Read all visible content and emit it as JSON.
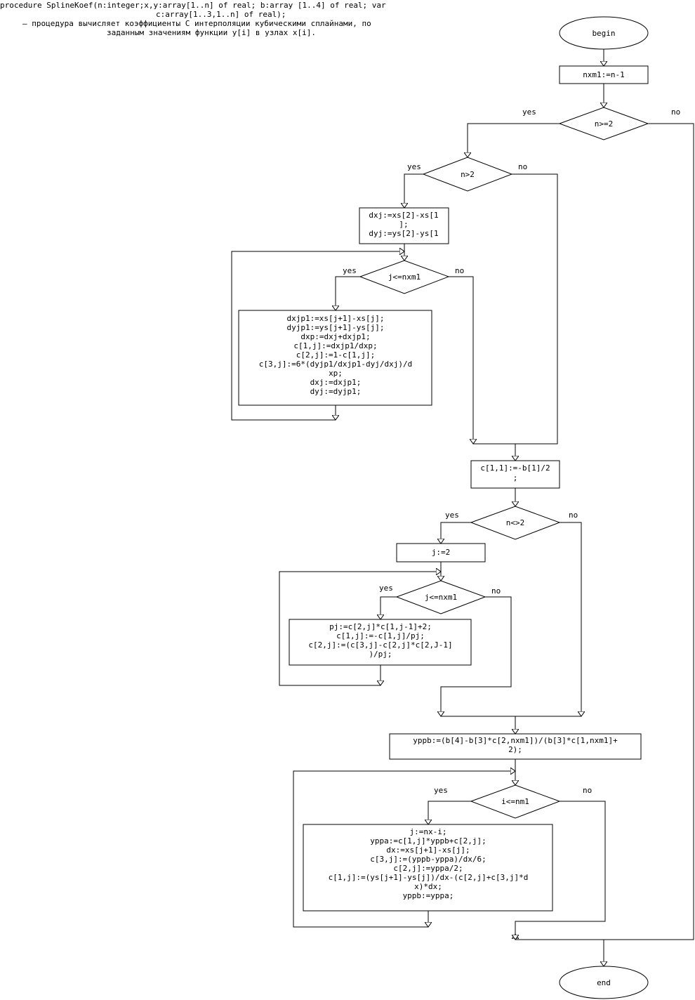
{
  "header": {
    "line1": "procedure SplineKoef(n:integer;x,y:array[1..n] of real; b:array [1..4] of real; var",
    "line2": "c:array[1..3,1..n] of real);",
    "line3": "– процедура вычисляет коэффициенты С интерполяции кубическими сплайнами, по",
    "line4": "заданным значениям функции y[i] в узлах x[i]."
  },
  "flow": {
    "begin": "begin",
    "end": "end",
    "yes": "yes",
    "no": "no",
    "init": "nxm1:=n-1",
    "cond_n_ge_2": "n>=2",
    "cond_n_gt_2": "n>2",
    "block_dxj": [
      "dxj:=xs[2]-xs[1",
      "];",
      "dyj:=ys[2]-ys[1"
    ],
    "loop1_cond": "j<=nxm1",
    "loop1_body": [
      "dxjp1:=xs[j+1]-xs[j];",
      "dyjp1:=ys[j+1]-ys[j];",
      "dxp:=dxj+dxjp1;",
      "c[1,j]:=dxjp1/dxp;",
      "c[2,j]:=1-c[1,j];",
      "c[3,j]:=6*(dyjp1/dxjp1-dyj/dxj)/d",
      "xp;",
      "dxj:=dxjp1;",
      "dyj:=dyjp1;"
    ],
    "block_c11": [
      "c[1,1]:=-b[1]/2",
      ";"
    ],
    "cond_n_ne_2": "n<>2",
    "block_j2": "j:=2",
    "loop2_cond": "j<=nxm1",
    "loop2_body": [
      "pj:=c[2,j]*c[1,j-1]+2;",
      "c[1,j]:=-c[1,j]/pj;",
      "c[2,j]:=(c[3,j]-c[2,j]*c[2,J-1]",
      ")/pj;"
    ],
    "block_yppb": [
      "yppb:=(b[4]-b[3]*c[2,nxm1])/(b[3]*c[1,nxm1]+",
      "2);"
    ],
    "loop3_cond": "i<=nm1",
    "loop3_body": [
      "j:=nx-i;",
      "yppa:=c[1,j]*yppb+c[2,j];",
      "dx:=xs[j+1]-xs[j];",
      "c[3,j]:=(yppb-yppa)/dx/6;",
      "c[2,j]:=yppa/2;",
      "c[1,j]:=(ys[j+1]-ys[j])/dx-(c[2,j]+c[3,j]*d",
      "x)*dx;",
      "yppb:=yppa;"
    ]
  }
}
